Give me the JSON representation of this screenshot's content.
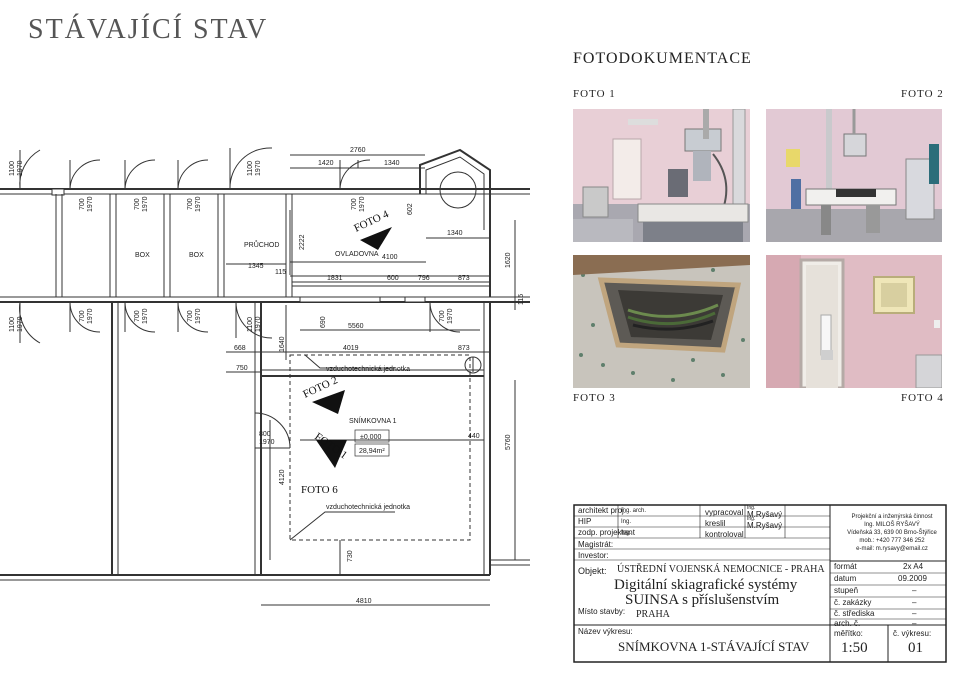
{
  "header": {
    "title": "STÁVAJÍCÍ STAV"
  },
  "photos": {
    "title": "FOTODOKUMENTACE",
    "foto1": "FOTO 1",
    "foto2": "FOTO 2",
    "foto3": "FOTO 3",
    "foto4": "FOTO 4"
  },
  "plan": {
    "dims": {
      "d2760": "2760",
      "d1420": "1420",
      "d1340a": "1340",
      "d1340b": "1340",
      "d602": "602",
      "d4100": "4100",
      "d1831": "1831",
      "d600": "600",
      "d796": "796",
      "d873a": "873",
      "d1620": "1620",
      "d2222": "2222",
      "d1345": "1345",
      "d115a": "115",
      "d115b": "115",
      "d690": "690",
      "d5560": "5560",
      "d668": "668",
      "d1640": "1640",
      "d4019": "4019",
      "d873b": "873",
      "d750": "750",
      "d440": "440",
      "d5760": "5760",
      "d4120": "4120",
      "d730": "730",
      "d4810": "4810",
      "door_1100": "1100",
      "door_1970": "1970",
      "door_700": "700",
      "door_800": "800"
    },
    "rooms": {
      "box1": "BOX",
      "box2": "BOX",
      "pruchod": "PRŮCHOD",
      "ovladovna": "OVLADOVNA",
      "snimkovna": "SNÍMKOVNA 1",
      "level": "±0,000",
      "area": "28,94m²"
    },
    "labels": {
      "vzt1": "vzduchotechnická jednotka",
      "vzt2": "vzduchotechnická jednotka",
      "foto1": "FOTO 1",
      "foto2": "FOTO 2",
      "foto4": "FOTO 4",
      "foto6": "FOTO 6"
    }
  },
  "title_block": {
    "r1_label": "architekt proj.",
    "r1_ing": "Ing. arch.",
    "r1_role": "vypracoval",
    "r1_name_ing": "Ing.",
    "r1_name": "M.Ryšavý",
    "r2_label": "HIP",
    "r2_ing": "Ing.",
    "r2_role": "kreslil",
    "r2_name_ing": "Ing.",
    "r2_name": "M.Ryšavý",
    "r3_label": "zodp. projektant",
    "r3_ing": "Ing.",
    "r3_role": "kontroloval",
    "magistrat": "Magistrát:",
    "investor": "Investor:",
    "objekt_label": "Objekt:",
    "objekt": "ÚSTŘEDNÍ VOJENSKÁ NEMOCNICE - PRAHA",
    "project_line1": "Digitální skiagrafické systémy",
    "project_line2": "SUINSA s příslušenstvím",
    "misto_label": "Místo stavby:",
    "misto": "PRAHA",
    "nazev_label": "Název výkresu:",
    "nazev": "SNÍMKOVNA 1-STÁVAJÍCÍ STAV",
    "company": [
      "Projekční a inženýrská činnost",
      "Ing. MILOŠ RYŠAVÝ",
      "Vídeňská 33, 639 00 Brno-Štýřice",
      "mob.: +420 777 346 252",
      "e-mail: m.rysavy@email.cz"
    ],
    "format_label": "formát",
    "format": "2x A4",
    "datum_label": "datum",
    "datum": "09.2009",
    "stupen_label": "stupeň",
    "stupen": "–",
    "zakazky_label": "č. zakázky",
    "zakazky": "–",
    "strediska_label": "č. střediska",
    "strediska": "–",
    "arch_label": "arch. č.",
    "arch": "–",
    "meritko_label": "měřítko:",
    "meritko": "1:50",
    "vykres_label": "č. výkresu:",
    "vykres": "01"
  }
}
